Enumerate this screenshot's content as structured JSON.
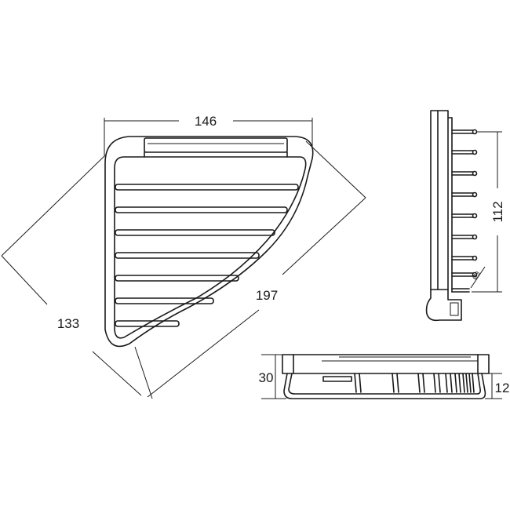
{
  "dimensions": {
    "top_width": "146",
    "left_diagonal": "133",
    "right_diagonal": "197",
    "side_height": "112",
    "front_height": "30",
    "front_inner_height": "12",
    "wire_callout": "Ø3"
  },
  "views": [
    "top-view",
    "side-view",
    "front-view"
  ]
}
